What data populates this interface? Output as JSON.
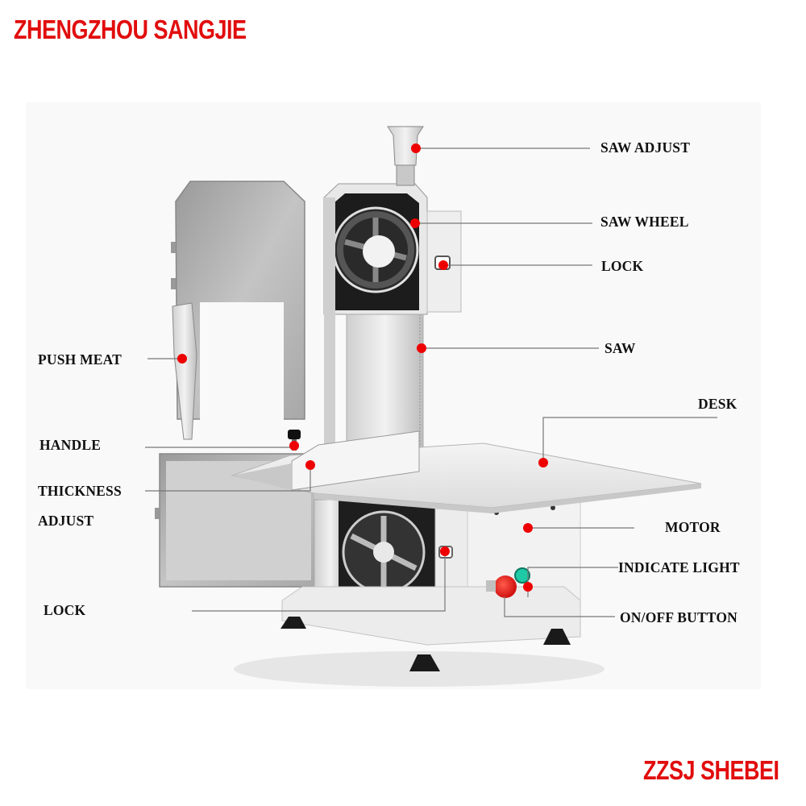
{
  "header": {
    "brand": "ZHENGZHOU SANGJIE"
  },
  "footer": {
    "brand": "ZZSJ SHEBEI"
  },
  "diagram": {
    "subject": "Bone saw machine",
    "accent_color": "#e10d0d",
    "dot_color": "#ee0000",
    "line_color": "#777777",
    "callouts": [
      {
        "id": "saw-adjust",
        "label": "SAW ADJUST",
        "side": "right"
      },
      {
        "id": "saw-wheel",
        "label": "SAW WHEEL",
        "side": "right"
      },
      {
        "id": "lock-upper",
        "label": "LOCK",
        "side": "right"
      },
      {
        "id": "saw",
        "label": "SAW",
        "side": "right"
      },
      {
        "id": "desk",
        "label": "DESK",
        "side": "right"
      },
      {
        "id": "motor",
        "label": "MOTOR",
        "side": "right"
      },
      {
        "id": "indicate-light",
        "label": "INDICATE LIGHT",
        "side": "right"
      },
      {
        "id": "on-off-button",
        "label": "ON/OFF BUTTON",
        "side": "right"
      },
      {
        "id": "push-meat",
        "label": "PUSH MEAT",
        "side": "left"
      },
      {
        "id": "handle",
        "label": "HANDLE",
        "side": "left"
      },
      {
        "id": "thickness-adjust",
        "label": "THICKNESS",
        "label_line2": "ADJUST",
        "side": "left"
      },
      {
        "id": "lock-lower",
        "label": "LOCK",
        "side": "left"
      }
    ]
  }
}
